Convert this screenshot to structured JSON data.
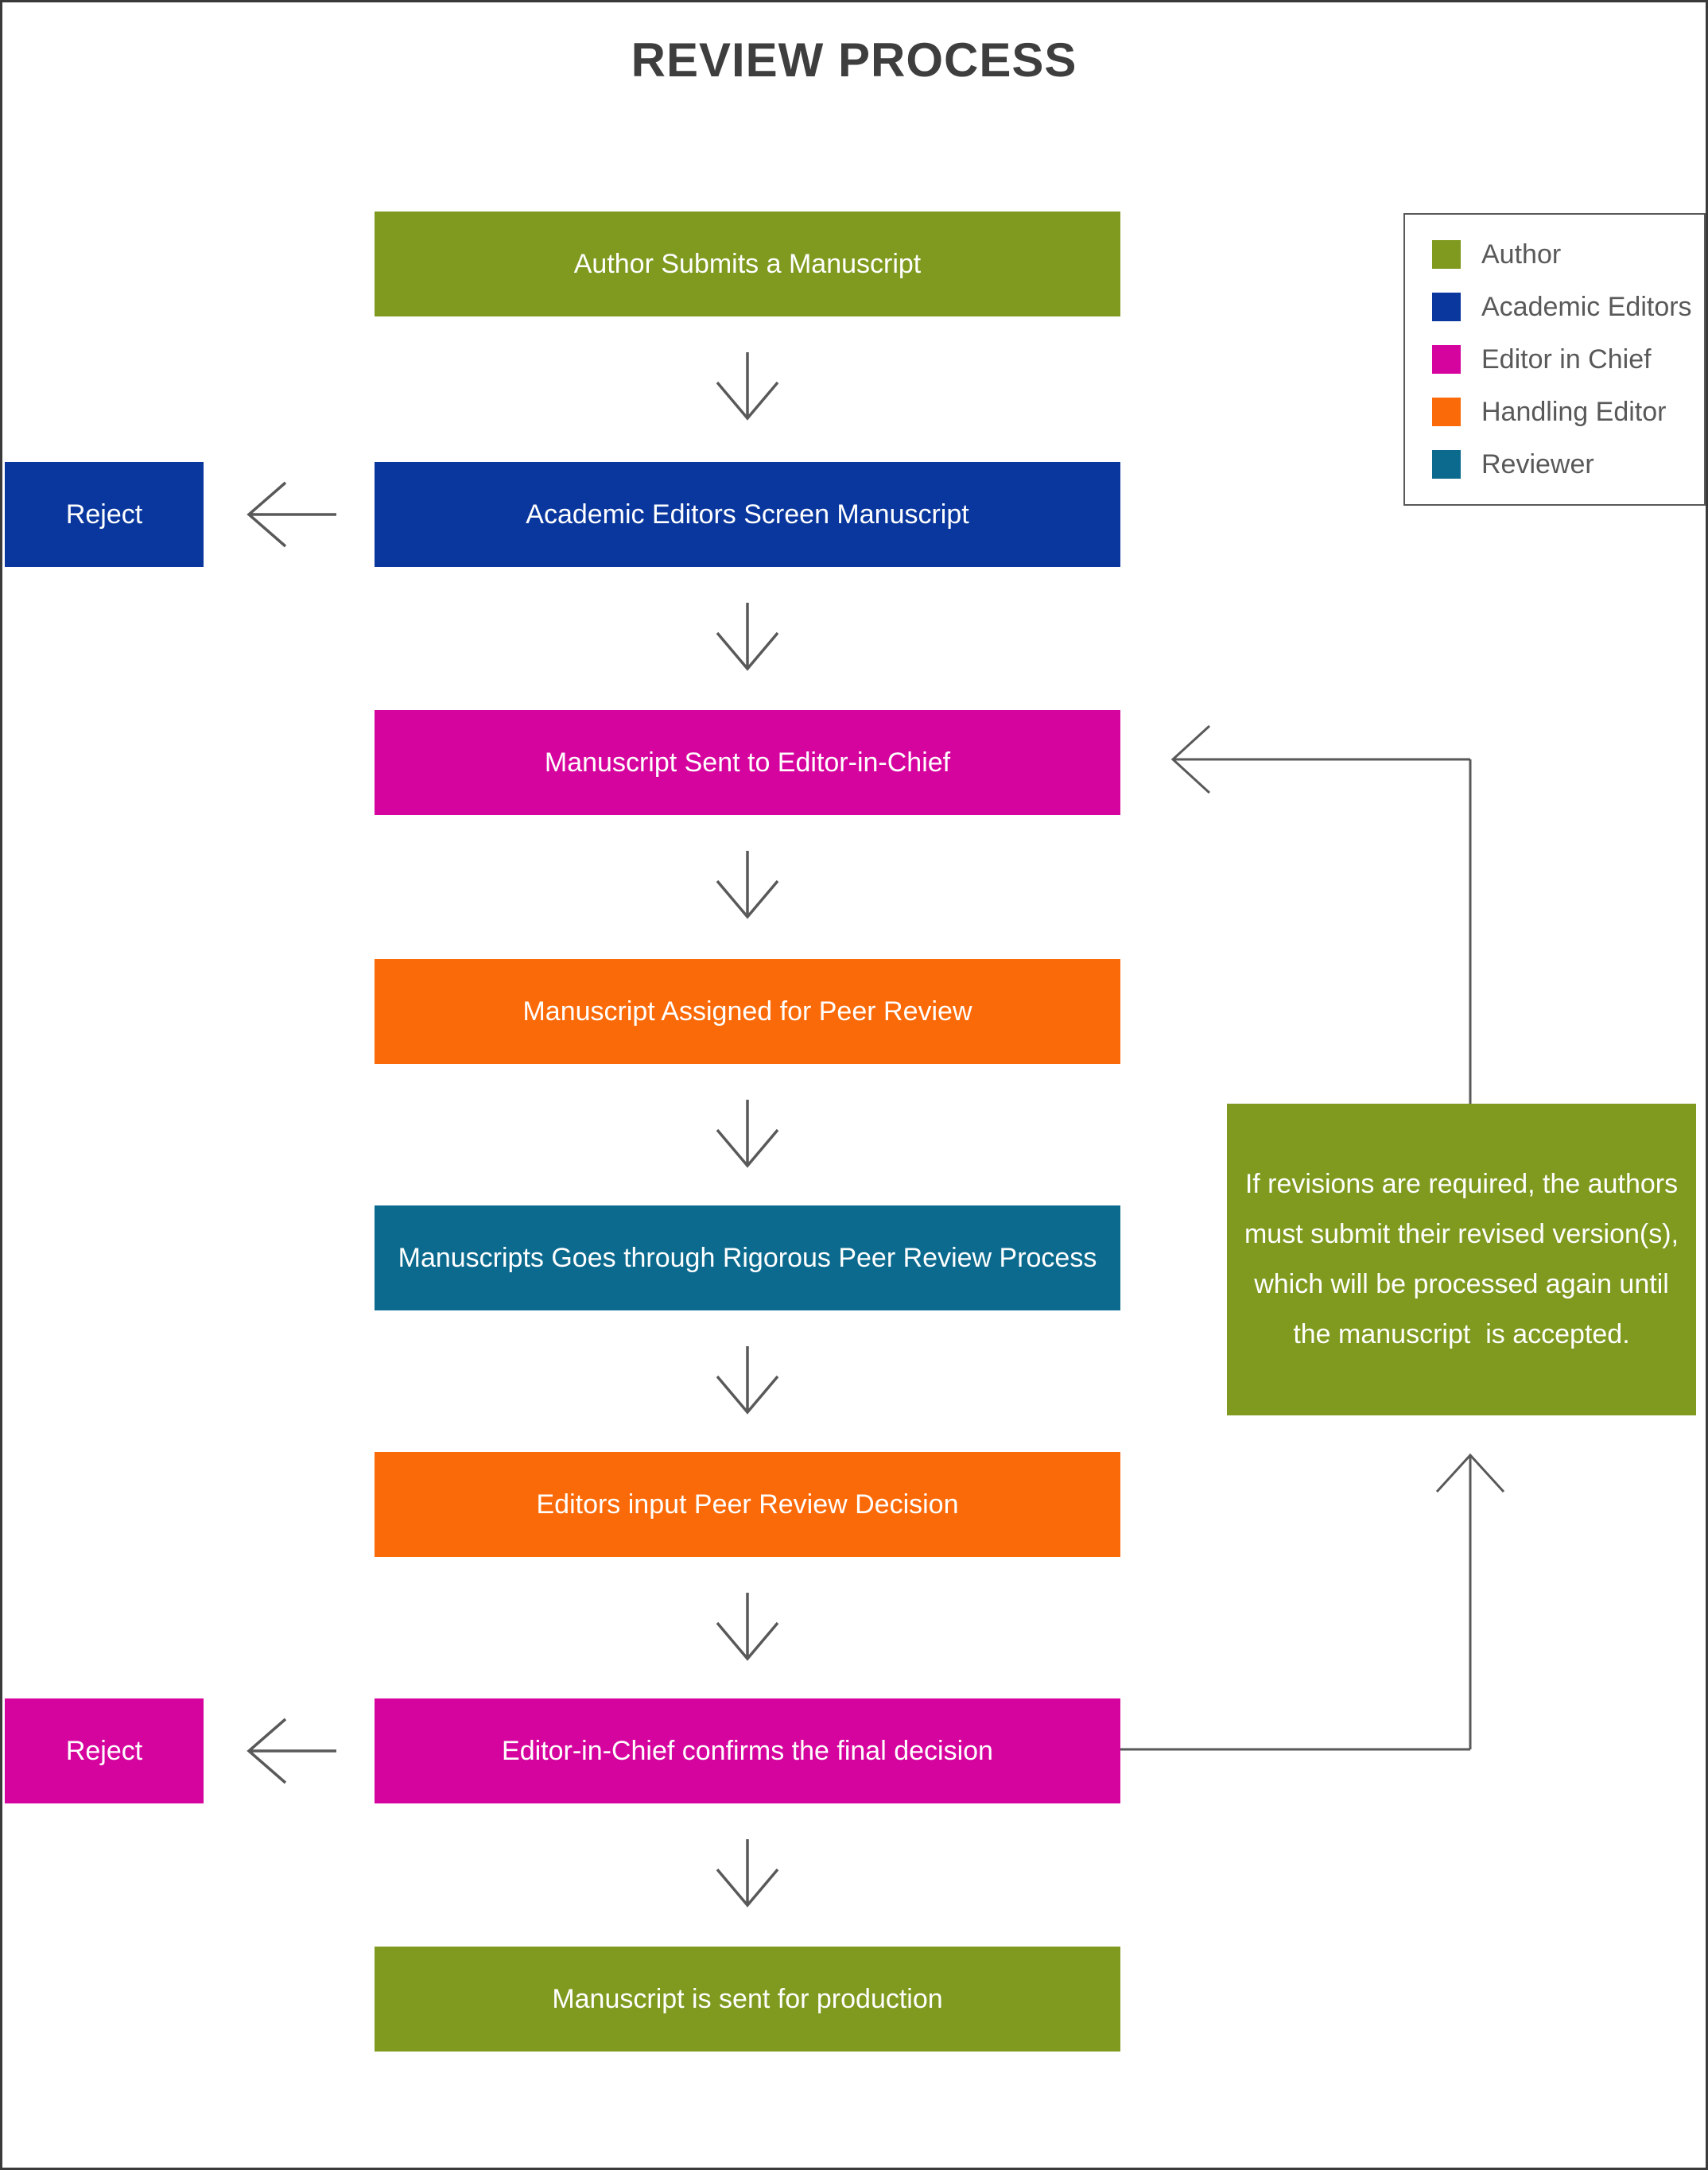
{
  "title": "REVIEW PROCESS",
  "colors": {
    "author": "#7F9A1F",
    "academic_editors": "#09379E",
    "editor_in_chief": "#D6049E",
    "handling_editor": "#FB6A09",
    "reviewer": "#0B6A8E",
    "connector": "#595959"
  },
  "steps": [
    {
      "label": "Author Submits a Manuscript",
      "role": "author"
    },
    {
      "label": "Academic Editors Screen Manuscript",
      "role": "academic_editors"
    },
    {
      "label": "Manuscript Sent to Editor-in-Chief",
      "role": "editor_in_chief"
    },
    {
      "label": "Manuscript Assigned for Peer Review",
      "role": "handling_editor"
    },
    {
      "label": "Manuscripts Goes through Rigorous Peer Review Process",
      "role": "reviewer"
    },
    {
      "label": "Editors input Peer Review Decision",
      "role": "handling_editor"
    },
    {
      "label": "Editor-in-Chief confirms the final decision",
      "role": "editor_in_chief"
    },
    {
      "label": "Manuscript is sent for production",
      "role": "author"
    }
  ],
  "rejects": [
    {
      "label": "Reject",
      "from": "Academic Editors Screen Manuscript"
    },
    {
      "label": "Reject",
      "from": "Editor-in-Chief confirms the final decision"
    }
  ],
  "note": {
    "lines": [
      "If revisions are required, the authors",
      "must submit their revised version(s),",
      "which will be processed again until",
      "the manuscript  is accepted."
    ]
  },
  "legend": {
    "items": [
      {
        "label": "Author"
      },
      {
        "label": "Academic Editors"
      },
      {
        "label": "Editor in Chief"
      },
      {
        "label": "Handling Editor"
      },
      {
        "label": "Reviewer"
      }
    ]
  }
}
